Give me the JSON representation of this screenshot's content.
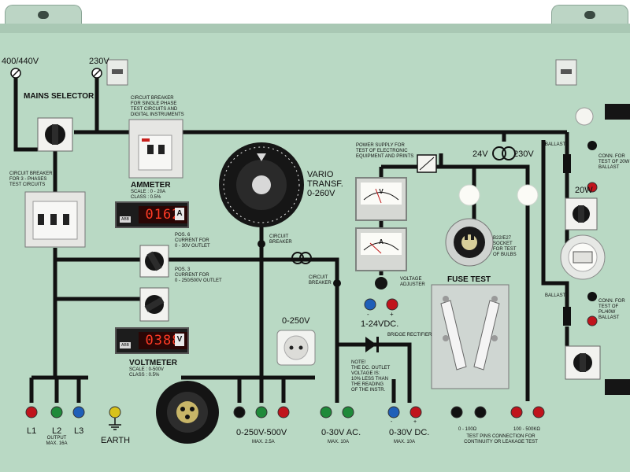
{
  "labels": {
    "mains_400": "400/440V",
    "mains_230": "230V",
    "mains_selector": "MAINS SELECTOR",
    "cb_single_phase": "CIRCUIT BREAKER\nFOR SINGLE PHASE\nTEST CIRCUITS AND\nDIGITAL INSTRUMENTS",
    "cb_three_phases": "CIRCUIT BREAKER\nFOR 3 - PHASES\nTEST CIRCUITS",
    "ammeter_title": "AMMETER",
    "ammeter_scale": "SCALE : 0 - 20A\nCLASS : 0.5%",
    "pos6": "POS. 6\nCURRENT FOR\n0 - 30V OUTLET",
    "pos3": "POS. 3\nCURRENT FOR\n0 - 250/500V OUTLET",
    "voltmeter_title": "VOLTMETER",
    "voltmeter_scale": "SCALE : 0-500V\nCLASS : 0.5%",
    "vario_transf": "VARIO\nTRANSF.\n0-260V",
    "circuit_breaker_mid": "CIRCUIT\nBREAKER",
    "circuit_breaker_right": "CIRCUIT\nBREAKER",
    "power_supply": "POWER SUPPLY FOR\nTEST OF ELECTRONIC\nEQUIPMENT AND PRINTS",
    "transformer_24": "24V",
    "transformer_230": "230V",
    "voltage_adjuster": "VOLTAGE\nADJUSTER",
    "dc_range": "1-24VDC.",
    "socket_230": "0-250V",
    "bridge_rectifier": "BRIDGE RECTIFIER",
    "note": "NOTE!\nTHE DC. OUTLET\nVOLTAGE IS:\n10% LESS THAN\nTHE READING\nOF THE INSTR.",
    "bulb_socket": "B22/E27\nSOCKET\nFOR TEST\nOF BULBS",
    "fuse_test": "FUSE TEST",
    "test_pins_a": "0 - 100Ω",
    "test_pins_b": "100 - 500KΩ",
    "test_pins_desc": "TEST PINS CONNECTION FOR\nCONTINUITY OR LEAKAGE TEST",
    "ballast_1": "BALLAST",
    "ballast_2": "BALLAST",
    "conn_20w": "CONN. FOR\nTEST OF 20W\nBALLAST",
    "watt_20": "20W",
    "conn_pl40": "CONN. FOR\nTEST OF\nPL/40W\nBALLAST",
    "l1": "L1",
    "l2": "L2",
    "l3": "L3",
    "output_max": "OUTPUT\nMAX. 16A",
    "earth": "EARTH",
    "out_250_500": "0-250V-500V",
    "out_250_500_max": "MAX. 2.5A",
    "out_30ac": "0-30V AC.",
    "out_30ac_max": "MAX. 10A",
    "out_30dc": "0-30V DC.",
    "out_30dc_max": "MAX. 10A",
    "plus_a": "+",
    "minus_a": "-",
    "plus_b": "+",
    "minus_b": "-"
  },
  "displays": {
    "ammeter_value": "0162",
    "ammeter_unit": "A",
    "voltmeter_value": "0388",
    "voltmeter_unit": "V",
    "brand": "ABB"
  },
  "meters": {
    "analog_1_unit": "V",
    "analog_2_unit": "A"
  },
  "colors": {
    "panel": "#b9d9c4",
    "bus_line": "#111111",
    "socket_red": "#c0141c",
    "socket_green": "#1f8a3a",
    "socket_blue": "#1f5fb8",
    "socket_yellow": "#d8c21a",
    "display_red": "#ff3b25"
  }
}
